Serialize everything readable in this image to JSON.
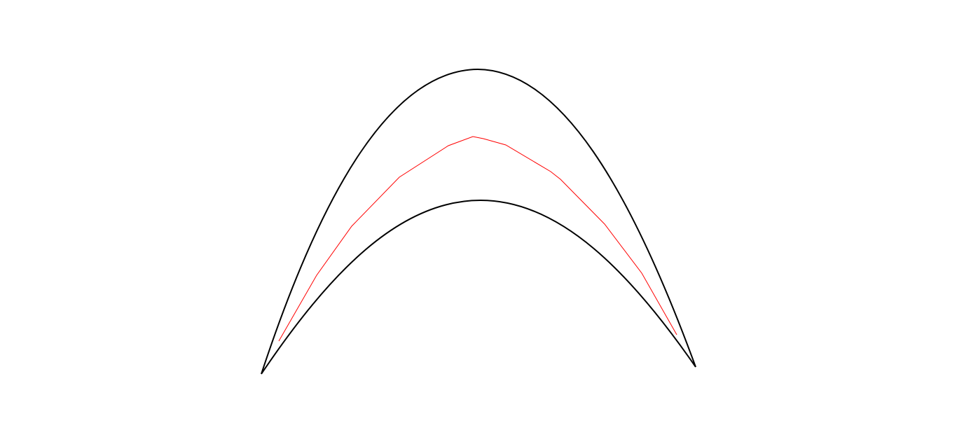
{
  "colors": {
    "background": "#ffffff",
    "outer_curve": "#000000",
    "inner_curve": "#000000",
    "midline": "#ff0000"
  },
  "shapes": [
    {
      "name": "outer-curve",
      "kind": "smooth curve",
      "color": "#000000"
    },
    {
      "name": "inner-curve",
      "kind": "smooth curve",
      "color": "#000000"
    },
    {
      "name": "red-midline",
      "kind": "polyline",
      "color": "#ff0000"
    }
  ]
}
